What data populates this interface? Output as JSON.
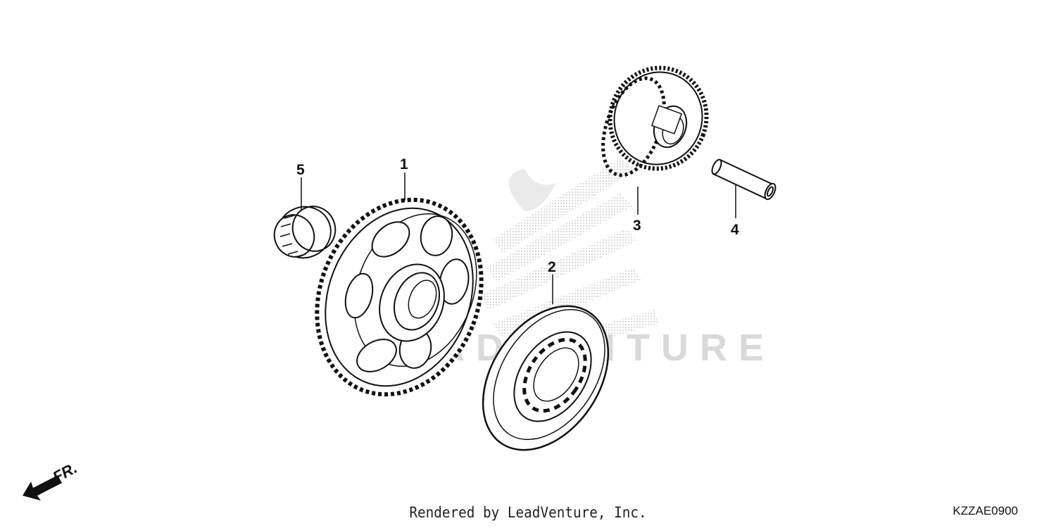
{
  "diagram": {
    "callouts": [
      {
        "id": "1",
        "label": "1"
      },
      {
        "id": "2",
        "label": "2"
      },
      {
        "id": "3",
        "label": "3"
      },
      {
        "id": "4",
        "label": "4"
      },
      {
        "id": "5",
        "label": "5"
      }
    ],
    "direction_indicator": {
      "text": "FR.",
      "icon": "front-direction-arrow-icon"
    },
    "watermark": {
      "text": "LEADVENTURE",
      "icon": "wing-logo-watermark-icon"
    },
    "footer": {
      "credit": "Rendered by LeadVenture, Inc.",
      "code": "KZZAE0900"
    }
  },
  "colors": {
    "line": "#111111",
    "watermark": "#d9d9d9",
    "background": "#ffffff"
  }
}
